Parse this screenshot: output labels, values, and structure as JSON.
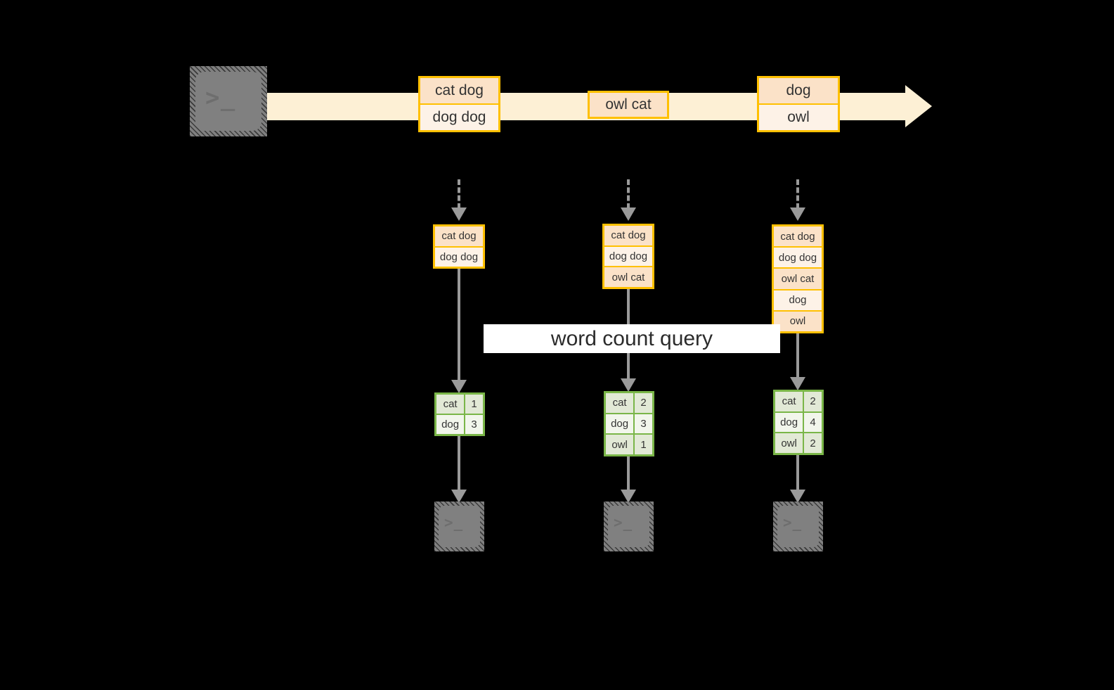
{
  "diagram": {
    "title_label": "word count query",
    "colors": {
      "background": "#000000",
      "stream_fill": "#fdf0d5",
      "event_border": "#ffc000",
      "event_fill_dark": "#fbe2c8",
      "event_fill_light": "#fdf2e7",
      "result_border": "#7ab648",
      "result_fill_dark": "#e2e9d6",
      "result_fill_light": "#f2f6ec",
      "connector": "#9a9a9a",
      "terminal_fill": "#808080",
      "label_band": "#ffffff"
    },
    "source": {
      "icon": "terminal-icon",
      "glyph": ">_"
    },
    "stream": {
      "name": "event-stream",
      "events": [
        {
          "name": "event-group-1",
          "lines": [
            "cat dog",
            "dog dog"
          ]
        },
        {
          "name": "event-group-2",
          "lines": [
            "owl cat"
          ]
        },
        {
          "name": "event-group-3",
          "lines": [
            "dog",
            "owl"
          ]
        }
      ]
    },
    "snapshots": [
      {
        "name": "snapshot-1",
        "events": [
          "cat dog",
          "dog dog"
        ],
        "results": [
          {
            "word": "cat",
            "count": "1"
          },
          {
            "word": "dog",
            "count": "3"
          }
        ],
        "sink_icon": "terminal-icon",
        "sink_glyph": ">_"
      },
      {
        "name": "snapshot-2",
        "events": [
          "cat dog",
          "dog dog",
          "owl cat"
        ],
        "results": [
          {
            "word": "cat",
            "count": "2"
          },
          {
            "word": "dog",
            "count": "3"
          },
          {
            "word": "owl",
            "count": "1"
          }
        ],
        "sink_icon": "terminal-icon",
        "sink_glyph": ">_"
      },
      {
        "name": "snapshot-3",
        "events": [
          "cat dog",
          "dog dog",
          "owl cat",
          "dog",
          "owl"
        ],
        "results": [
          {
            "word": "cat",
            "count": "2"
          },
          {
            "word": "dog",
            "count": "4"
          },
          {
            "word": "owl",
            "count": "2"
          }
        ],
        "sink_icon": "terminal-icon",
        "sink_glyph": ">_"
      }
    ]
  }
}
